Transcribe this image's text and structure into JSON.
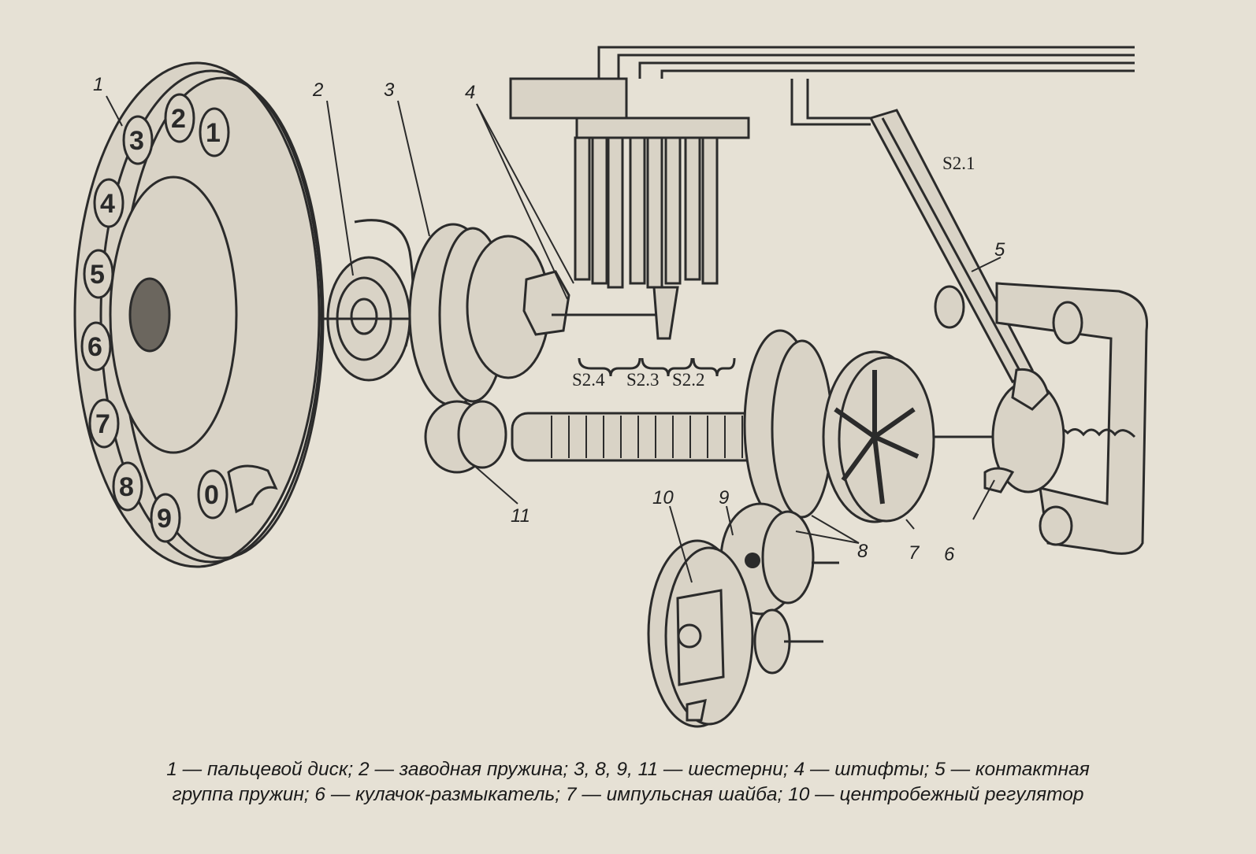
{
  "figure": {
    "part_numbers": [
      "1",
      "2",
      "3",
      "4",
      "5",
      "6",
      "7",
      "8",
      "9",
      "10",
      "11"
    ],
    "switch_labels": [
      "S2.1",
      "S2.2",
      "S2.3",
      "S2.4"
    ],
    "dial_digits": [
      "1",
      "2",
      "3",
      "4",
      "5",
      "6",
      "7",
      "8",
      "9",
      "0"
    ],
    "caption_line1": "1 — пальцевой диск; 2 — заводная пружина; 3, 8, 9, 11 — шестерни; 4 — штифты; 5 — контактная",
    "caption_line2": "группа пружин; 6 — кулачок-размыкатель; 7 — импульсная шайба; 10 — центробежный регулятор"
  }
}
